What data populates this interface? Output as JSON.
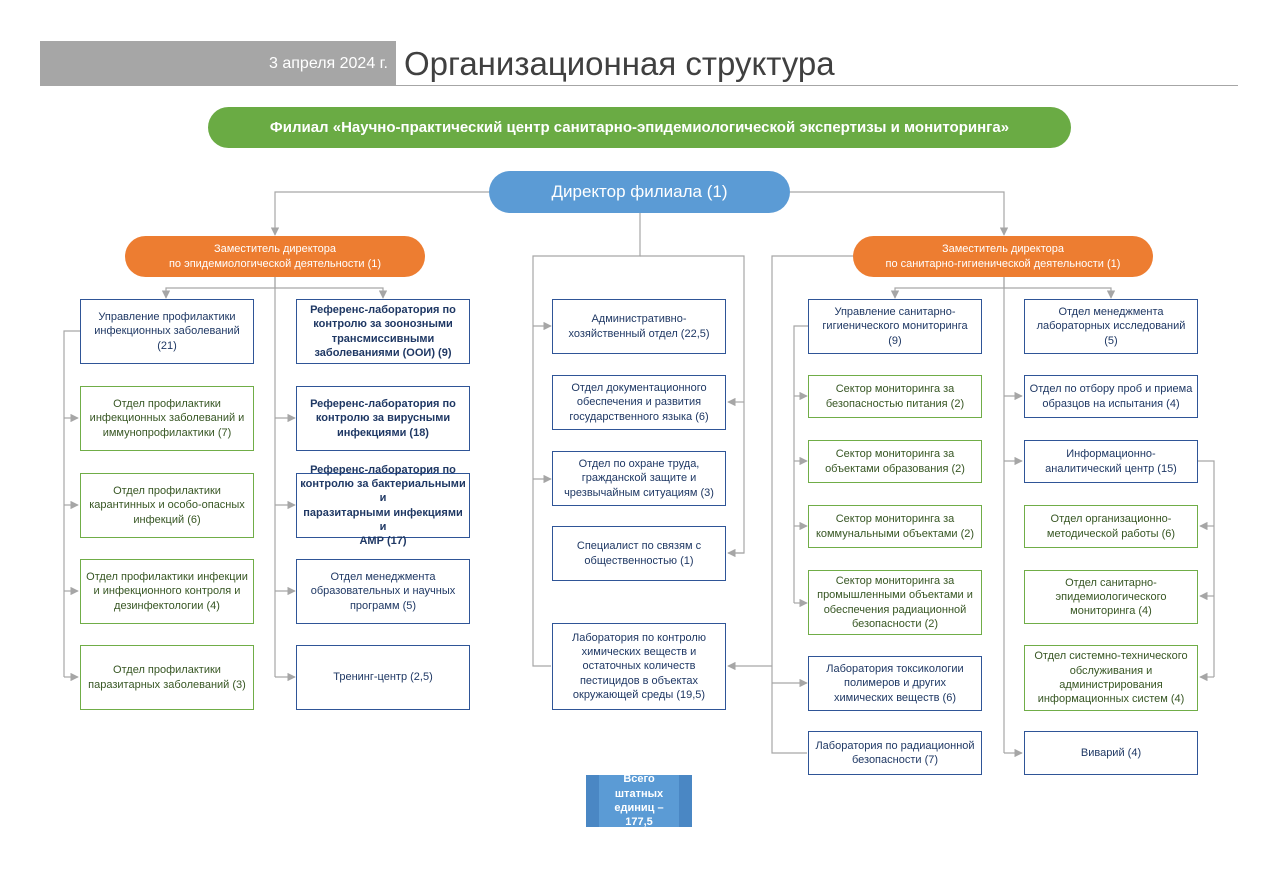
{
  "header": {
    "date": "3 апреля 2024 г.",
    "title": "Организационная структура"
  },
  "branch": "Филиал «Научно-практический центр санитарно-эпидемиологической экспертизы и мониторинга»",
  "director": "Директор филиала (1)",
  "deputies": {
    "left": "Заместитель директора\nпо эпидемиологической деятельности (1)",
    "right": "Заместитель директора\nпо санитарно-гигиенической деятельности (1)"
  },
  "units": {
    "u1": "Управление профилактики\nинфекционных заболеваний\n(21)",
    "u2": "Отдел профилактики\nинфекционных заболеваний и\nиммунопрофилактики (7)",
    "u3": "Отдел профилактики\nкарантинных и особо-опасных\nинфекций (6)",
    "u4": "Отдел профилактики инфекции\nи инфекционного контроля и\nдезинфектологии (4)",
    "u5": "Отдел профилактики\nпаразитарных заболеваний (3)",
    "r1": "Референс-лаборатория по\nконтролю за зоонозными\nтрансмиссивными\nзаболеваниями (ООИ) (9)",
    "r2": "Референс-лаборатория по\nконтролю за вирусными\nинфекциями (18)",
    "r3": "Референс-лаборатория по\nконтролю за бактериальными и\nпаразитарными инфекциями и\nАМР (17)",
    "r4": "Отдел менеджмента\nобразовательных и научных\nпрограмм (5)",
    "r5": "Тренинг-центр (2,5)",
    "c1": "Административно-\nхозяйственный отдел (22,5)",
    "c2": "Отдел документационного\nобеспечения и развития\nгосударственного языка (6)",
    "c3": "Отдел по охране труда,\nгражданской защите и\nчрезвычайным ситуациям (3)",
    "c4": "Специалист по связям с\nобщественностью (1)",
    "c5": "Лаборатория по контролю\nхимических веществ и\nостаточных количеств\nпестицидов в объектах\nокружающей среды (19,5)",
    "s1": "Управление санитарно-\nгигиенического мониторинга\n(9)",
    "s2": "Сектор мониторинга за\nбезопасностью питания (2)",
    "s3": "Сектор мониторинга за\nобъектами образования (2)",
    "s4": "Сектор мониторинга за\nкоммунальными объектами (2)",
    "s5": "Сектор мониторинга за\nпромышленными объектами и\nобеспечения радиационной\nбезопасности (2)",
    "s6": "Лаборатория токсикологии\nполимеров и других\nхимических веществ (6)",
    "s7": "Лаборатория по радиационной\nбезопасности (7)",
    "m1": "Отдел менеджмента\nлабораторных исследований\n(5)",
    "m2": "Отдел по отбору проб и приема\nобразцов на испытания (4)",
    "m3": "Информационно-\nаналитический центр (15)",
    "m4": "Отдел организационно-\nметодической работы (6)",
    "m5": "Отдел санитарно-\nэпидемиологического\nмониторинга (4)",
    "m6": "Отдел системно-технического\nобслуживания и\nадминистрирования\nинформационных систем (4)",
    "m7": "Виварий (4)"
  },
  "total": "Всего штатных\nединиц –\n177,5",
  "colors": {
    "green": "#6aab44",
    "blue": "#5b9bd5",
    "orange": "#ed7d31",
    "box_blue_border": "#2f5597",
    "box_green_border": "#70ad47",
    "header_band": "#a6a6a6",
    "connector": "#a6a6a6"
  }
}
